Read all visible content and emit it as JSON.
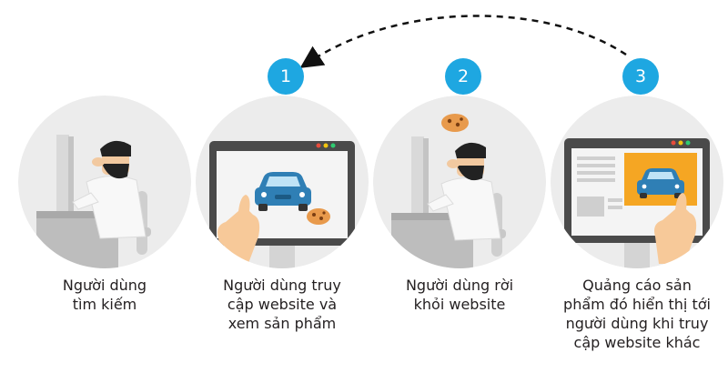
{
  "steps": [
    {
      "number": "",
      "caption": [
        "Người dùng",
        "tìm kiếm"
      ]
    },
    {
      "number": "1",
      "caption": [
        "Người dùng truy",
        "cập website và",
        "xem sản phẩm"
      ]
    },
    {
      "number": "2",
      "caption": [
        "Người dùng rời",
        "khỏi website"
      ]
    },
    {
      "number": "3",
      "caption": [
        "Quảng cáo sản",
        "phẩm đó hiển thị tới",
        "người dùng khi truy",
        "cập website khác"
      ]
    }
  ],
  "colors": {
    "circle": "#ececec",
    "badge": "#1ea7e1",
    "monitor": "#4a4a4a",
    "car": "#2f7fb5",
    "ad": "#f5a623",
    "hand": "#f7c999",
    "cookie": "#e89a4c"
  },
  "icons": [
    "user-at-desk-icon",
    "monitor-car-icon",
    "cookie-icon",
    "hand-pointer-icon",
    "monitor-ad-icon",
    "dashed-arrow-icon"
  ]
}
